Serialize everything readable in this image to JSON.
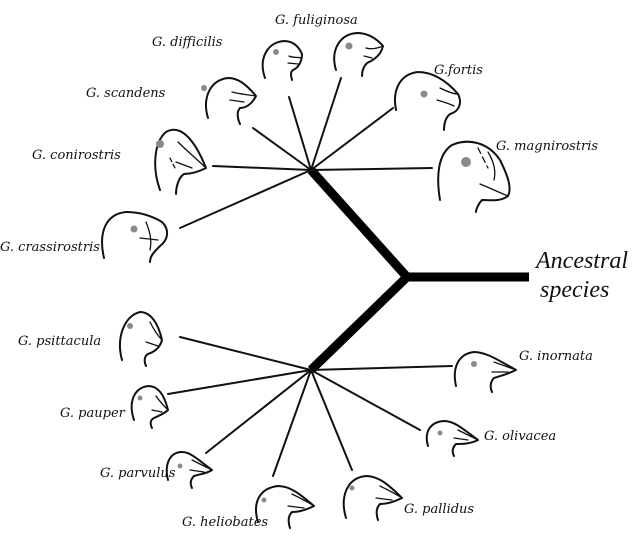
{
  "diagram": {
    "root_label_line1": "Ancestral",
    "root_label_line2": "species",
    "upper_clade": [
      {
        "id": "fuliginosa",
        "label": "G. fuliginosa"
      },
      {
        "id": "difficilis",
        "label": "G. difficilis"
      },
      {
        "id": "fortis",
        "label": "G.fortis"
      },
      {
        "id": "scandens",
        "label": "G. scandens"
      },
      {
        "id": "magnirostris",
        "label": "G. magnirostris"
      },
      {
        "id": "conirostris",
        "label": "G. conirostris"
      },
      {
        "id": "crassirostris",
        "label": "G. crassirostris"
      }
    ],
    "lower_clade": [
      {
        "id": "psittacula",
        "label": "G. psittacula"
      },
      {
        "id": "inornata",
        "label": "G. inornata"
      },
      {
        "id": "pauper",
        "label": "G. pauper"
      },
      {
        "id": "olivacea",
        "label": "G. olivacea"
      },
      {
        "id": "parvulus",
        "label": "G. parvulus"
      },
      {
        "id": "pallidus",
        "label": "G. pallidus"
      },
      {
        "id": "heliobates",
        "label": "G. heliobates"
      }
    ]
  }
}
